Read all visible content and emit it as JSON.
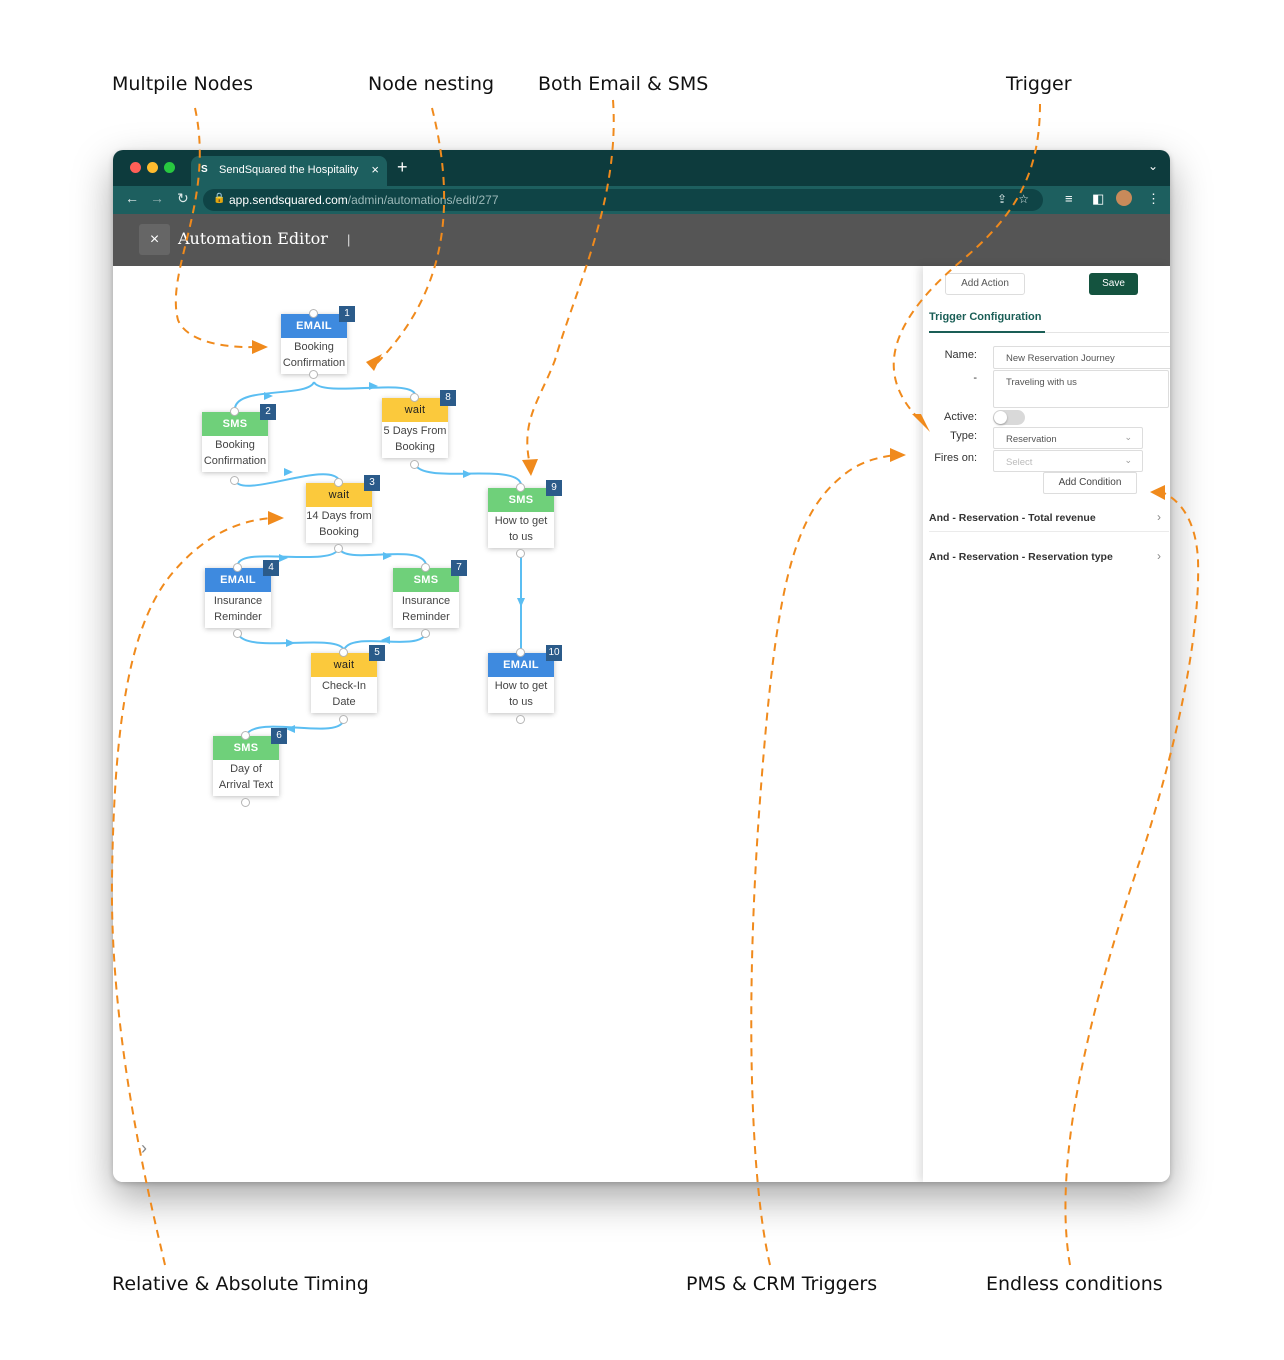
{
  "callouts": {
    "multiple_nodes": "Multpile Nodes",
    "node_nesting": "Node nesting",
    "both_email_sms": "Both Email & SMS",
    "trigger": "Trigger",
    "timing": "Relative & Absolute Timing",
    "pms_crm": "PMS & CRM Triggers",
    "conditions": "Endless conditions"
  },
  "browser": {
    "tab_favicon": "S",
    "tab_title": "SendSquared the Hospitality M",
    "tab_close": "×",
    "new_tab": "+",
    "url_host": "app.sendsquared.com",
    "url_path": "/admin/automations/edit/277"
  },
  "header": {
    "close": "×",
    "title": "Automation Editor",
    "separator": "|"
  },
  "nodes": [
    {
      "id": "1",
      "type": "EMAIL",
      "line1": "Booking",
      "line2": "Confirmation"
    },
    {
      "id": "2",
      "type": "SMS",
      "line1": "Booking",
      "line2": "Confirmation"
    },
    {
      "id": "8",
      "type": "wait",
      "line1": "5 Days From",
      "line2": "Booking"
    },
    {
      "id": "3",
      "type": "wait",
      "line1": "14 Days from",
      "line2": "Booking"
    },
    {
      "id": "9",
      "type": "SMS",
      "line1": "How to get",
      "line2": "to us"
    },
    {
      "id": "4",
      "type": "EMAIL",
      "line1": "Insurance",
      "line2": "Reminder"
    },
    {
      "id": "7",
      "type": "SMS",
      "line1": "Insurance",
      "line2": "Reminder"
    },
    {
      "id": "5",
      "type": "wait",
      "line1": "Check-In",
      "line2": "Date"
    },
    {
      "id": "10",
      "type": "EMAIL",
      "line1": "How to get",
      "line2": "to us"
    },
    {
      "id": "6",
      "type": "SMS",
      "line1": "Day of",
      "line2": "Arrival Text"
    }
  ],
  "panel": {
    "add_action": "Add Action",
    "save": "Save",
    "tab": "Trigger Configuration",
    "name_label": "Name:",
    "name_value": "New Reservation Journey",
    "desc_label": "-",
    "desc_value": "Traveling with us",
    "active_label": "Active:",
    "active": false,
    "type_label": "Type:",
    "type_value": "Reservation",
    "fires_label": "Fires on:",
    "fires_placeholder": "Select",
    "add_condition": "Add Condition",
    "conditions": [
      "And - Reservation - Total revenue",
      "And - Reservation - Reservation type"
    ]
  },
  "colors": {
    "accent_orange": "#f08a1c",
    "connector_blue": "#5bbef2",
    "email": "#3e8adf",
    "sms": "#6fd07a",
    "wait": "#fbc93c",
    "badge": "#2b5b8a",
    "save_green": "#14533f"
  }
}
